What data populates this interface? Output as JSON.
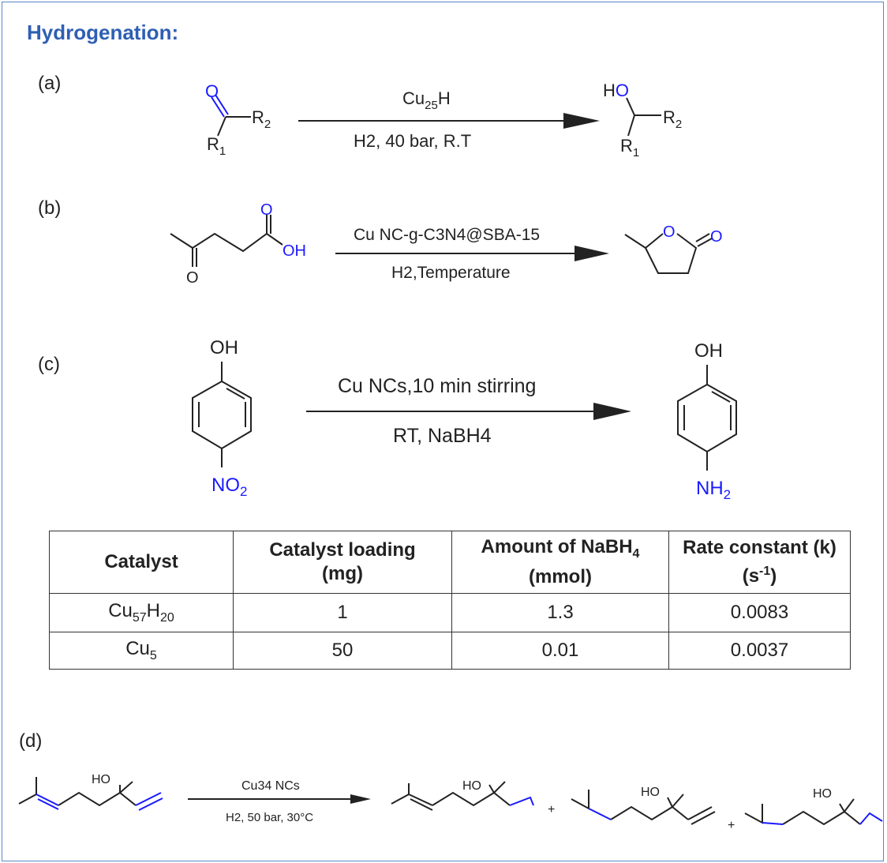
{
  "title": "Hydrogenation:",
  "panels": {
    "a": {
      "label": "(a)",
      "reagent_top": "Cu",
      "reagent_top_sub": "25",
      "reagent_top_end": "H",
      "reagent_bottom": "H2, 40 bar, R.T"
    },
    "b": {
      "label": "(b)",
      "reagent_top": "Cu NC-g-C3N4@SBA-15",
      "reagent_bottom": "H2,Temperature"
    },
    "c": {
      "label": "(c)",
      "reagent_top": "Cu NCs,10 min stirring",
      "reagent_bottom": "RT,  NaBH4"
    },
    "d": {
      "label": "(d)",
      "reagent_top": "Cu34 NCs",
      "reagent_bottom": "H2, 50 bar, 30°C"
    }
  },
  "atoms": {
    "O": "O",
    "OH": "OH",
    "HO": "HO",
    "R1": "R",
    "R2": "R",
    "sub1": "1",
    "sub2": "2",
    "NO2": "NO",
    "NH2": "NH",
    "plus": "+"
  },
  "table": {
    "headers": [
      {
        "l1": "Catalyst",
        "l2": ""
      },
      {
        "l1": "Catalyst loading",
        "l2": "(mg)"
      },
      {
        "l1": "Amount of NaBH",
        "l1_sub": "4",
        "l2": "(mmol)"
      },
      {
        "l1": "Rate constant  (k)",
        "l2": "(s",
        "l2_sup": "-1",
        "l2_end": ")"
      }
    ],
    "rows": [
      {
        "catalyst": "Cu",
        "catalyst_sub": "57",
        "catalyst_mid": "H",
        "catalyst_sub2": "20",
        "loading": "1",
        "nabh4": "1.3",
        "k": "0.0083"
      },
      {
        "catalyst": "Cu",
        "catalyst_sub": "5",
        "catalyst_mid": "",
        "catalyst_sub2": "",
        "loading": "50",
        "nabh4": "0.01",
        "k": "0.0037"
      }
    ]
  },
  "colors": {
    "title": "#2f5fb3",
    "heteroatom": "#1a1aff",
    "border": "#5a86c5",
    "ink": "#222222"
  }
}
